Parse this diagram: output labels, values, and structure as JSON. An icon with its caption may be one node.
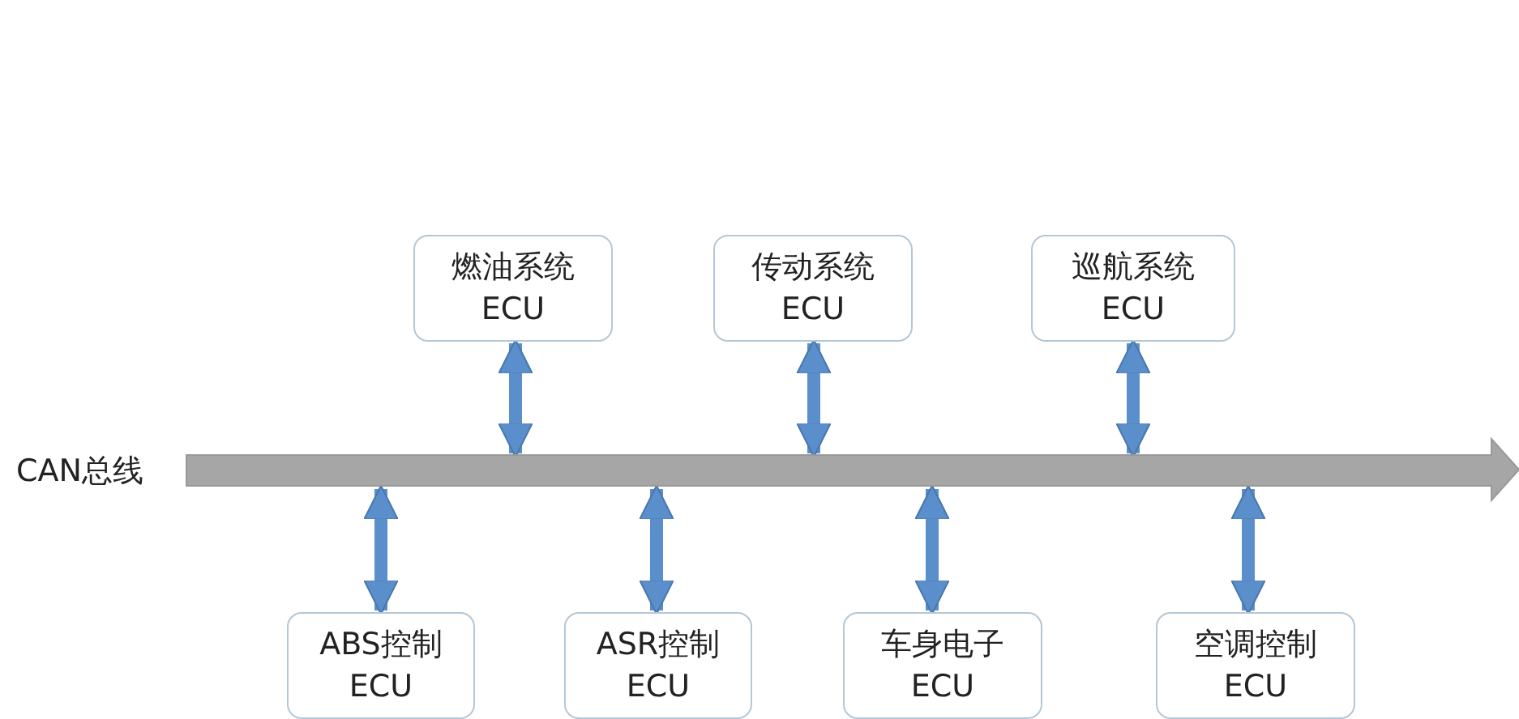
{
  "diagram": {
    "nodes": [
      {
        "text": [
          "CAN总线"
        ]
      },
      {
        "text": [
          "燃油系统 ECU"
        ]
      },
      {
        "text": [
          "传动系统 ECU"
        ]
      },
      {
        "text": [
          "巡航系统 ECU"
        ]
      },
      {
        "text": [
          "ABS控制 ECU"
        ]
      },
      {
        "text": [
          "ASR控制 ECU"
        ]
      },
      {
        "text": [
          "车身电子 ECU"
        ]
      },
      {
        "text": [
          "空调控制 ECU"
        ]
      }
    ],
    "edges": [
      {
        "from": 1,
        "to": 0,
        "arrow": "both"
      },
      {
        "from": 2,
        "to": 0,
        "arrow": "both"
      },
      {
        "from": 3,
        "to": 0,
        "arrow": "both"
      },
      {
        "from": 4,
        "to": 0,
        "arrow": "both"
      },
      {
        "from": 5,
        "to": 0,
        "arrow": "both"
      },
      {
        "from": 6,
        "to": 0,
        "arrow": "both"
      },
      {
        "from": 7,
        "to": 0,
        "arrow": "both"
      }
    ]
  }
}
